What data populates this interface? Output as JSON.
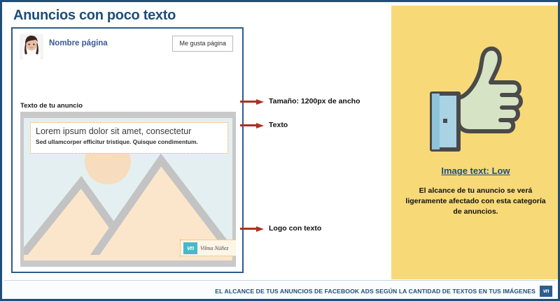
{
  "page": {
    "title": "Anuncios con poco texto",
    "accent_navy": "#1f4e79",
    "panel_yellow": "#f7d978",
    "arrow_red": "#b03020"
  },
  "ad_card": {
    "page_name": "Nombre página",
    "like_button": "Me gusta página",
    "body_text": "Texto de tu anuncio",
    "creative": {
      "headline": "Lorem ipsum dolor sit amet, consectetur",
      "subheadline": "Sed ullamcorper efficitur tristique. Quisque condimentum.",
      "logo_badge": "vn",
      "logo_name": "Vilma Núñez"
    }
  },
  "callouts": [
    {
      "label": "Tamaño: 1200px de ancho"
    },
    {
      "label": "Texto"
    },
    {
      "label": "Logo con texto"
    }
  ],
  "rating_panel": {
    "icon": "thumbs-up-icon",
    "label": "Image text: Low",
    "description": "El alcance de tu anuncio se verá ligeramente afectado con esta categoría de anuncios.",
    "hand_color": "#d6e3c4",
    "sleeve_color": "#a9d3e3",
    "outline_color": "#4a4a4a"
  },
  "footer": {
    "text": "EL ALCANCE DE TUS ANUNCIOS DE FACEBOOK ADS SEGÚN LA CANTIDAD DE TEXTOS EN TUS IMÁGENES",
    "badge": "vn"
  }
}
